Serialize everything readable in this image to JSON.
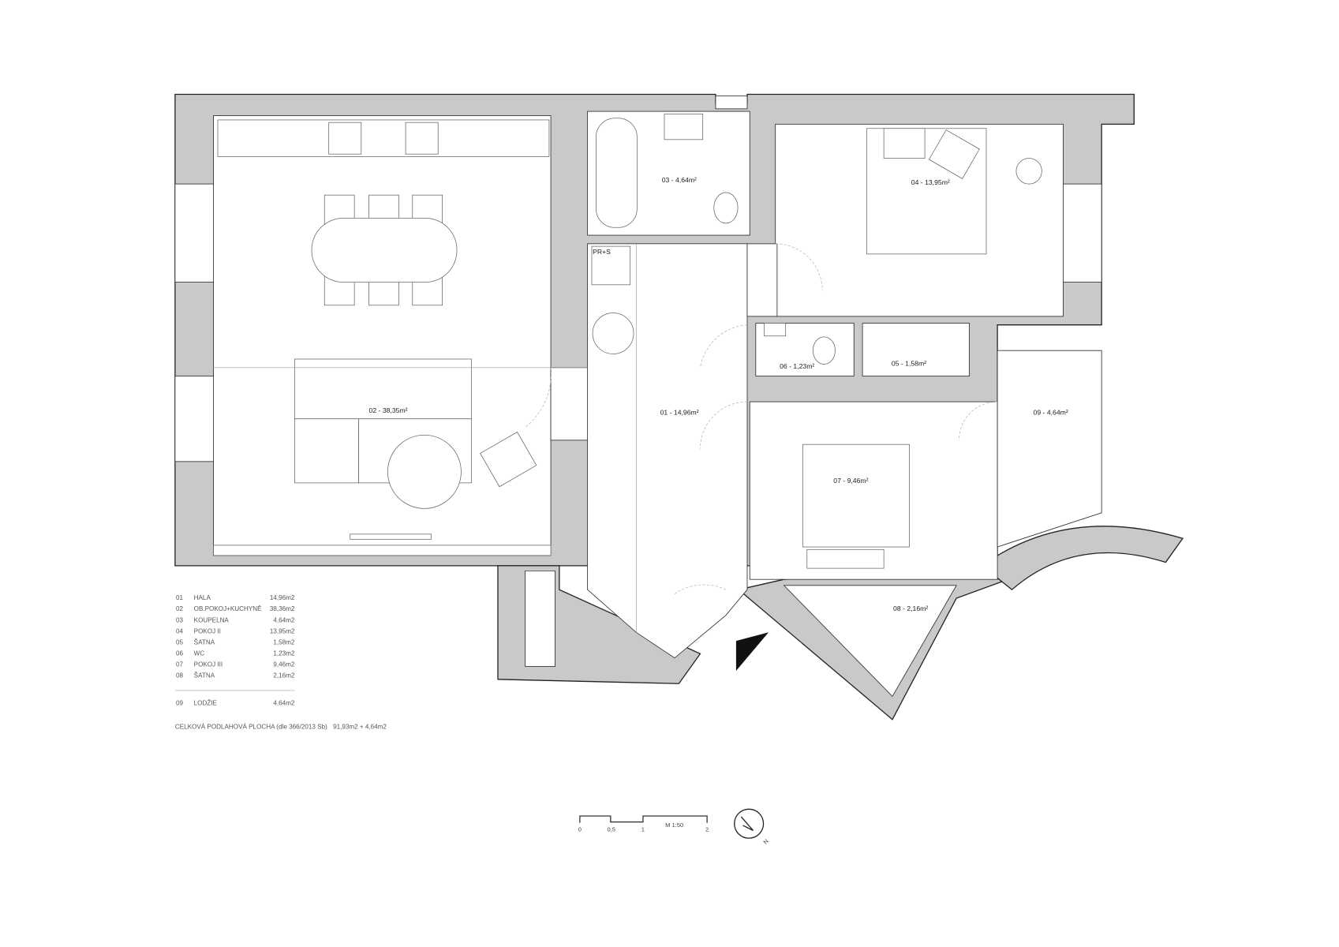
{
  "rooms": {
    "r01": "01 - 14,96m²",
    "r02": "02 - 38,35m²",
    "r03": "03 - 4,64m²",
    "r04": "04 - 13,95m²",
    "r05": "05 - 1,58m²",
    "r06": "06 - 1,23m²",
    "r07": "07 - 9,46m²",
    "r08": "08 - 2,16m²",
    "r09": "09 - 4,64m²",
    "prs": "PR+S"
  },
  "legend": {
    "items": [
      {
        "no": "01",
        "name": "HALA",
        "area": "14,96m2"
      },
      {
        "no": "02",
        "name": "OB.POKOJ+KUCHYNĚ",
        "area": "38,36m2"
      },
      {
        "no": "03",
        "name": "KOUPELNA",
        "area": "4,64m2"
      },
      {
        "no": "04",
        "name": "POKOJ II",
        "area": "13,95m2"
      },
      {
        "no": "05",
        "name": "ŠATNA",
        "area": "1,58m2"
      },
      {
        "no": "06",
        "name": "WC",
        "area": "1,23m2"
      },
      {
        "no": "07",
        "name": "POKOJ III",
        "area": "9,46m2"
      },
      {
        "no": "08",
        "name": "ŠATNA",
        "area": "2,16m2"
      }
    ],
    "extra": {
      "no": "09",
      "name": "LODŽIE",
      "area": "4,64m2"
    },
    "total_label": "CELKOVÁ PODLAHOVÁ PLOCHA (dle 366/2013 Sb)",
    "total_value": "91,93m2 + 4,64m2"
  },
  "scale": {
    "ticks": [
      "0",
      "0,5",
      "1",
      "2"
    ],
    "label": "M 1:50"
  },
  "north": {
    "label": "N"
  },
  "colors": {
    "wall": "#c9c9c9",
    "line": "#222222"
  }
}
